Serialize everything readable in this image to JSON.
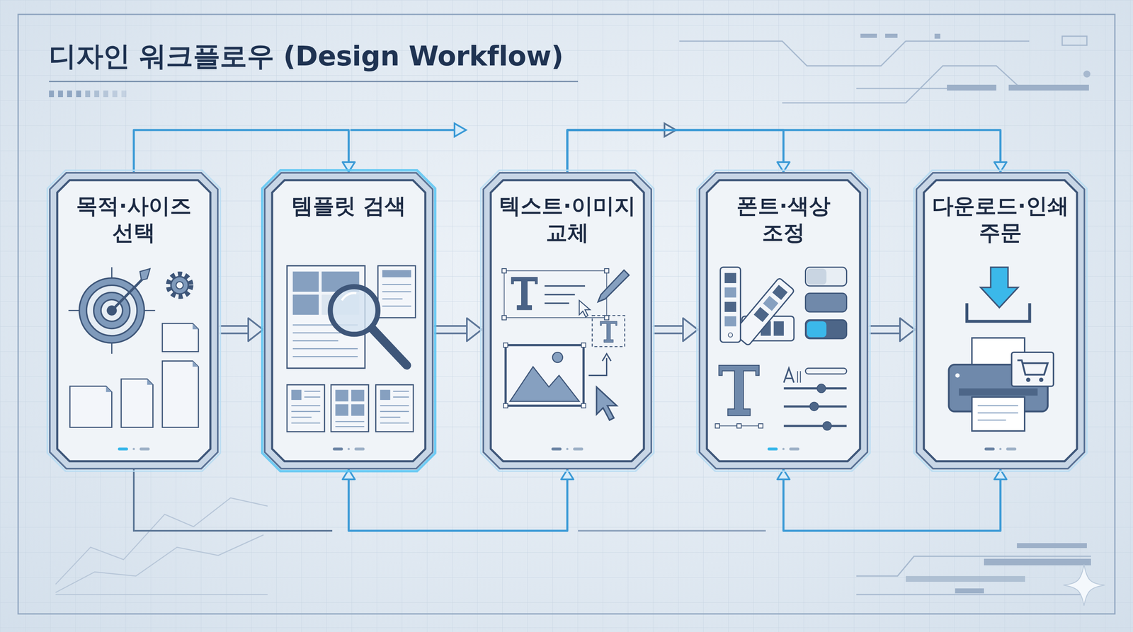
{
  "diagram": {
    "title": "디자인 워크플로우 (Design Workflow)",
    "nodes": [
      {
        "text": [
          "목적·사이즈 선택"
        ]
      },
      {
        "text": [
          "템플릿 검색"
        ]
      },
      {
        "text": [
          "텍스트·이미지 교체"
        ]
      },
      {
        "text": [
          "폰트·색상 조정"
        ]
      },
      {
        "text": [
          "다운로드·인쇄 주문"
        ]
      }
    ],
    "edges": [
      {
        "from": 0,
        "to": 1,
        "arrow": "to"
      },
      {
        "from": 1,
        "to": 2,
        "arrow": "to"
      },
      {
        "from": 2,
        "to": 3,
        "arrow": "to"
      },
      {
        "from": 3,
        "to": 4,
        "arrow": "to"
      },
      {
        "from": 0,
        "to": 1,
        "arrow": "to"
      },
      {
        "from": 2,
        "to": 3,
        "arrow": "to"
      },
      {
        "from": 2,
        "to": 4,
        "arrow": "to"
      },
      {
        "from": 1,
        "to": 2,
        "arrow": "both"
      },
      {
        "from": 3,
        "to": 4,
        "arrow": "both"
      }
    ]
  }
}
